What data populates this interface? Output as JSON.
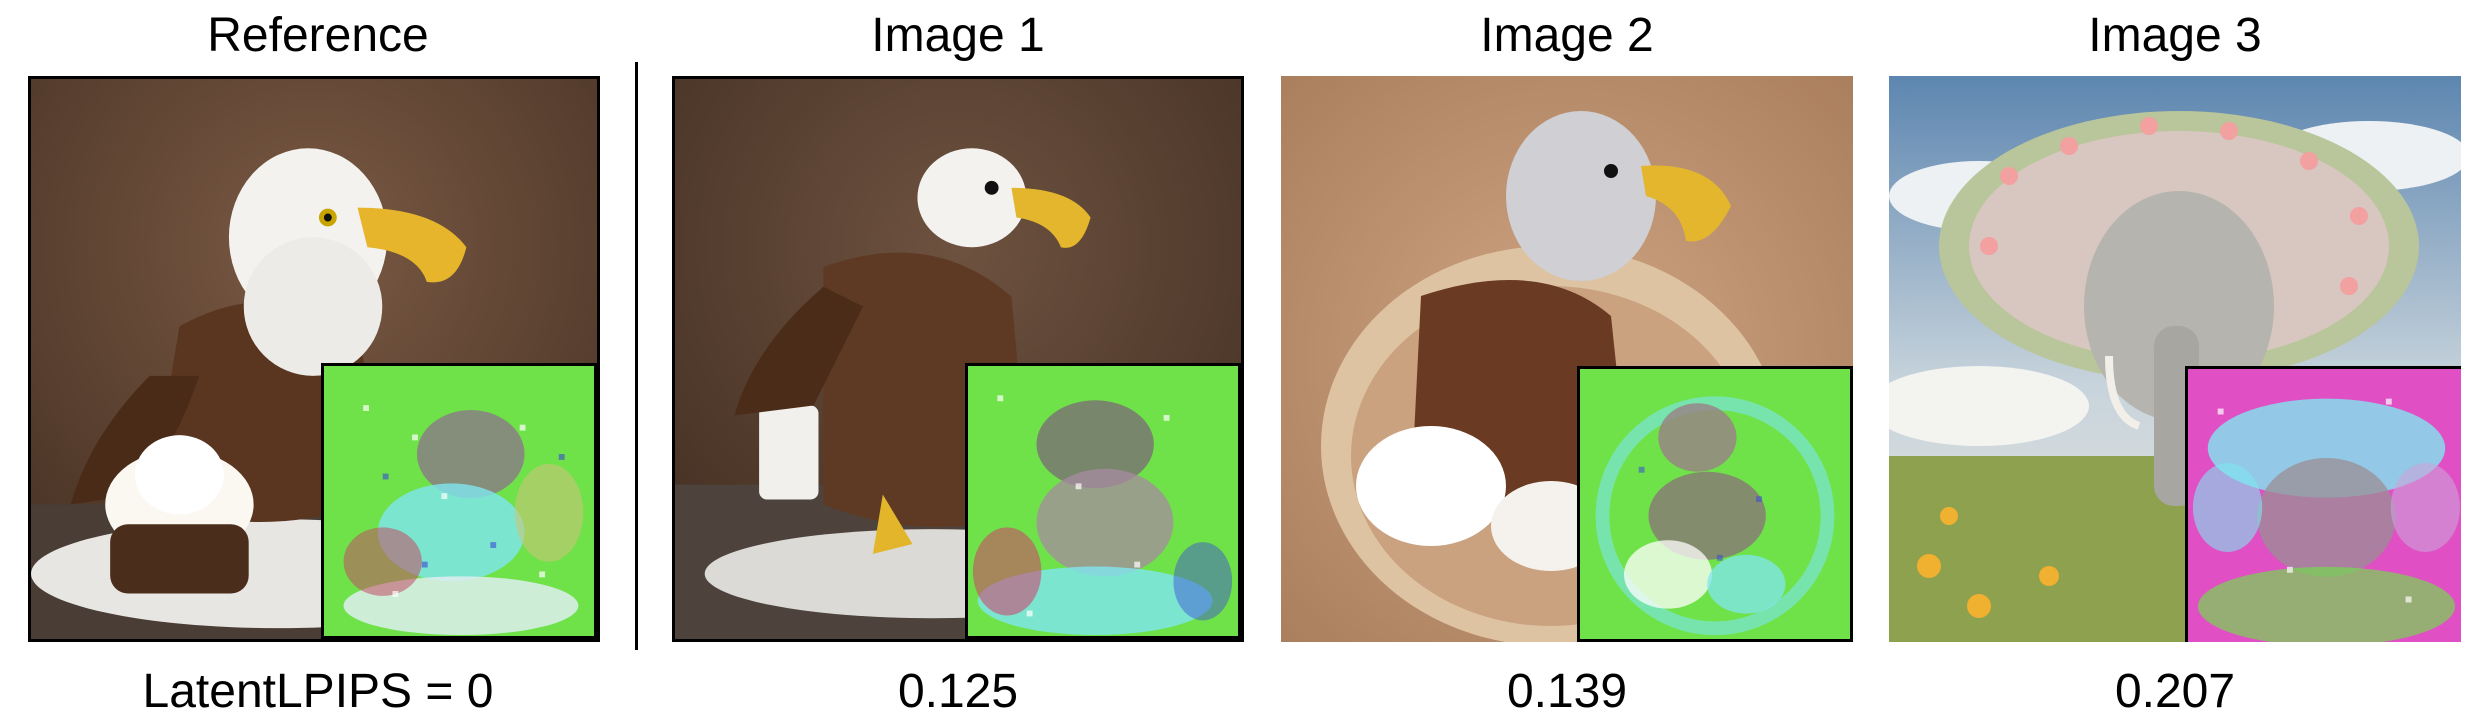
{
  "columns": [
    {
      "title": "Reference",
      "score": "LatentLPIPS = 0",
      "subject": "chocolate eagle cake with whipped cream on a plate",
      "inset": "latent-noise"
    },
    {
      "title": "Image 1",
      "score": "0.125",
      "subject": "chocolate eagle cake on a plate with a glass of milk",
      "inset": "latent-noise"
    },
    {
      "title": "Image 2",
      "score": "0.139",
      "subject": "chocolate eagle cake with whipped cream in a bowl",
      "inset": "latent-noise"
    },
    {
      "title": "Image 3",
      "score": "0.207",
      "subject": "elephant covered in flowers in a meadow",
      "inset": "latent-noise"
    }
  ],
  "colors": {
    "noise_green": "#6fe24a",
    "noise_cyan": "#7fe6f0",
    "noise_magenta": "#e04fc4"
  }
}
